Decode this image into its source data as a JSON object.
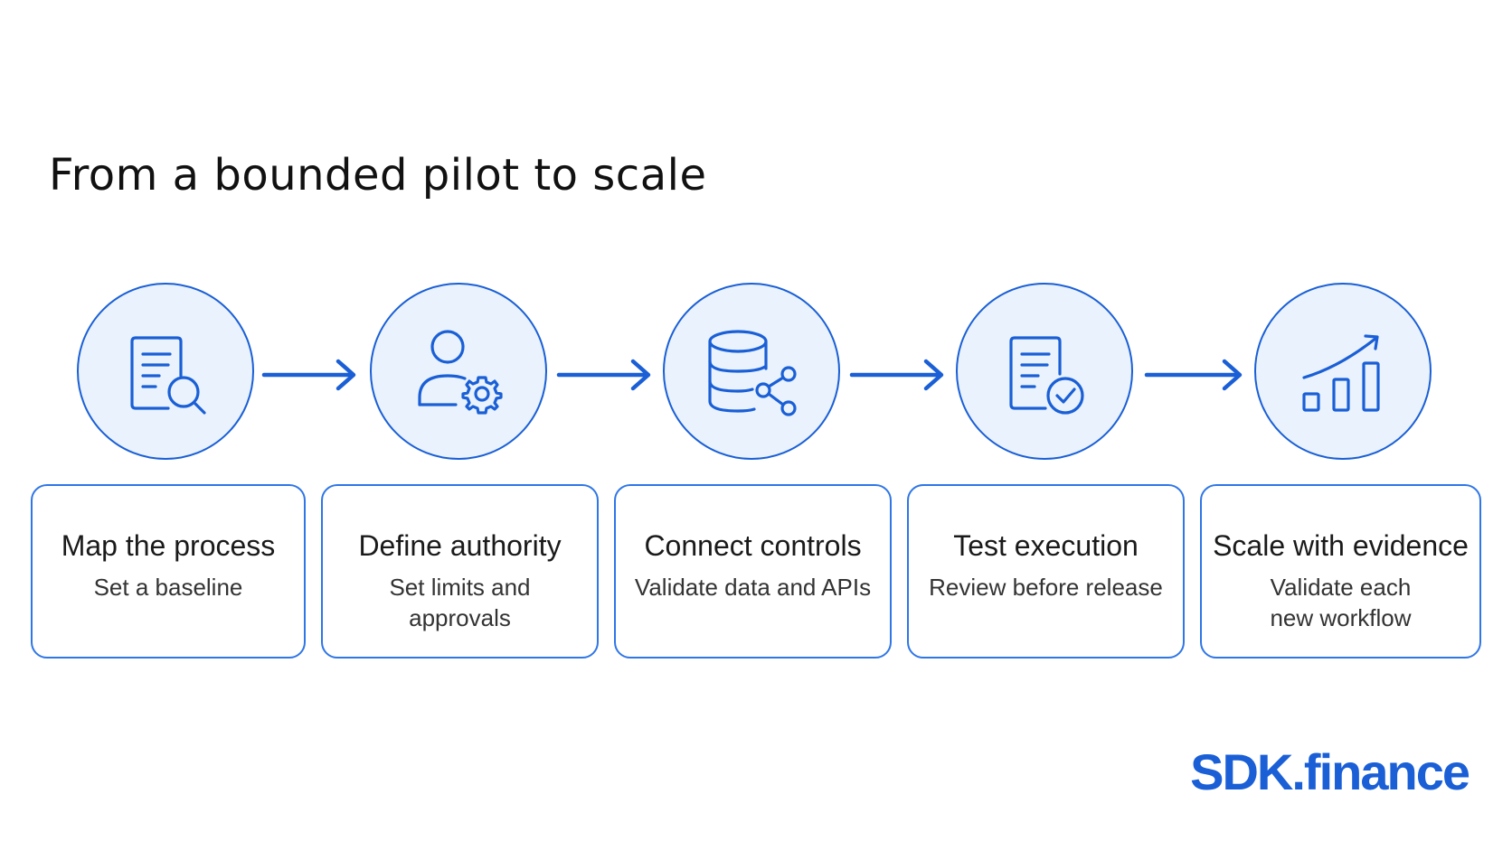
{
  "title": "From a bounded pilot to scale",
  "steps": [
    {
      "icon": "document-search-icon",
      "title": "Map the process",
      "subtitle": "Set a baseline"
    },
    {
      "icon": "user-gear-icon",
      "title": "Define authority",
      "subtitle": "Set limits and approvals"
    },
    {
      "icon": "database-share-icon",
      "title": "Connect controls",
      "subtitle": "Validate data and APIs"
    },
    {
      "icon": "document-check-icon",
      "title": "Test execution",
      "subtitle": "Review before release"
    },
    {
      "icon": "growth-chart-icon",
      "title": "Scale with evidence",
      "subtitle": "Validate each new workflow"
    }
  ],
  "brand": "SDK.finance",
  "colors": {
    "accent": "#1a5fd6",
    "circle_fill": "#eaf3fd",
    "card_border": "#2f76e6"
  }
}
